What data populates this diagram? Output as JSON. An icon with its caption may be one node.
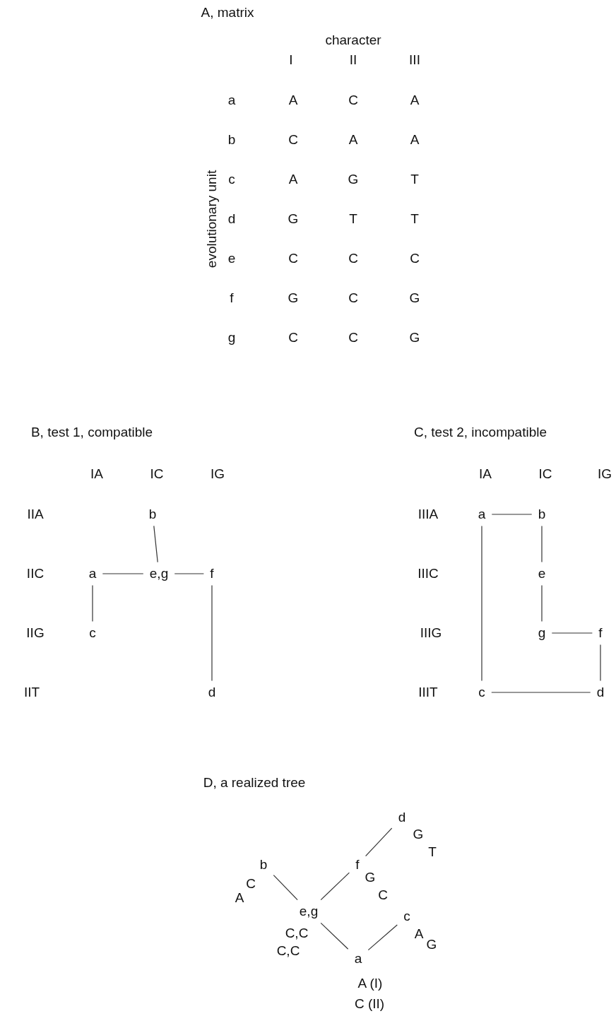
{
  "diagram": {
    "nodes": [
      {
        "text": [
          "b"
        ]
      },
      {
        "text": [
          "a"
        ]
      },
      {
        "text": [
          "e,g"
        ]
      },
      {
        "text": [
          "f"
        ]
      },
      {
        "text": [
          "c"
        ]
      },
      {
        "text": [
          "d"
        ]
      },
      {
        "text": [
          "a"
        ]
      },
      {
        "text": [
          "b"
        ]
      },
      {
        "text": [
          "e"
        ]
      },
      {
        "text": [
          "g"
        ]
      },
      {
        "text": [
          "f"
        ]
      },
      {
        "text": [
          "c"
        ]
      },
      {
        "text": [
          "d"
        ]
      },
      {
        "text": [
          "d"
        ],
        "beside": [
          "G",
          "T"
        ]
      },
      {
        "text": [
          "b"
        ],
        "beside": [
          "C",
          "A"
        ]
      },
      {
        "text": [
          "f"
        ],
        "beside": [
          "G",
          "C"
        ]
      },
      {
        "text": [
          "e,g"
        ],
        "beside": [
          "C,C",
          "C,C"
        ]
      },
      {
        "text": [
          "c"
        ],
        "beside": [
          "A",
          "G"
        ]
      },
      {
        "text": [
          "a"
        ],
        "beside": [
          "A (I)",
          "C (II)"
        ]
      }
    ],
    "edges": [
      {
        "from": 0,
        "to": 2,
        "arrow": "none"
      },
      {
        "from": 1,
        "to": 2,
        "arrow": "none"
      },
      {
        "from": 2,
        "to": 3,
        "arrow": "none"
      },
      {
        "from": 1,
        "to": 4,
        "arrow": "none"
      },
      {
        "from": 3,
        "to": 5,
        "arrow": "none"
      },
      {
        "from": 6,
        "to": 7,
        "arrow": "none"
      },
      {
        "from": 6,
        "to": 11,
        "arrow": "none"
      },
      {
        "from": 7,
        "to": 8,
        "arrow": "none"
      },
      {
        "from": 8,
        "to": 9,
        "arrow": "none"
      },
      {
        "from": 9,
        "to": 10,
        "arrow": "none"
      },
      {
        "from": 10,
        "to": 12,
        "arrow": "none"
      },
      {
        "from": 11,
        "to": 12,
        "arrow": "none"
      },
      {
        "from": 13,
        "to": 15,
        "arrow": "none"
      },
      {
        "from": 14,
        "to": 16,
        "arrow": "none"
      },
      {
        "from": 15,
        "to": 16,
        "arrow": "none"
      },
      {
        "from": 16,
        "to": 18,
        "arrow": "none"
      },
      {
        "from": 17,
        "to": 18,
        "arrow": "none"
      }
    ],
    "labels": [
      "A, matrix",
      "character",
      "I",
      "II",
      "III",
      "evolutionary unit",
      "a",
      "A",
      "C",
      "A",
      "b",
      "C",
      "A",
      "A",
      "c",
      "A",
      "G",
      "T",
      "d",
      "G",
      "T",
      "T",
      "e",
      "C",
      "C",
      "C",
      "f",
      "G",
      "C",
      "G",
      "g",
      "C",
      "C",
      "G",
      "B, test 1, compatible",
      "IA",
      "IC",
      "IG",
      "IIA",
      "IIC",
      "IIG",
      "IIT",
      "C, test 2, incompatible",
      "IA",
      "IC",
      "IG",
      "IIIA",
      "IIIC",
      "IIIG",
      "IIIT",
      "D, a realized tree"
    ]
  }
}
